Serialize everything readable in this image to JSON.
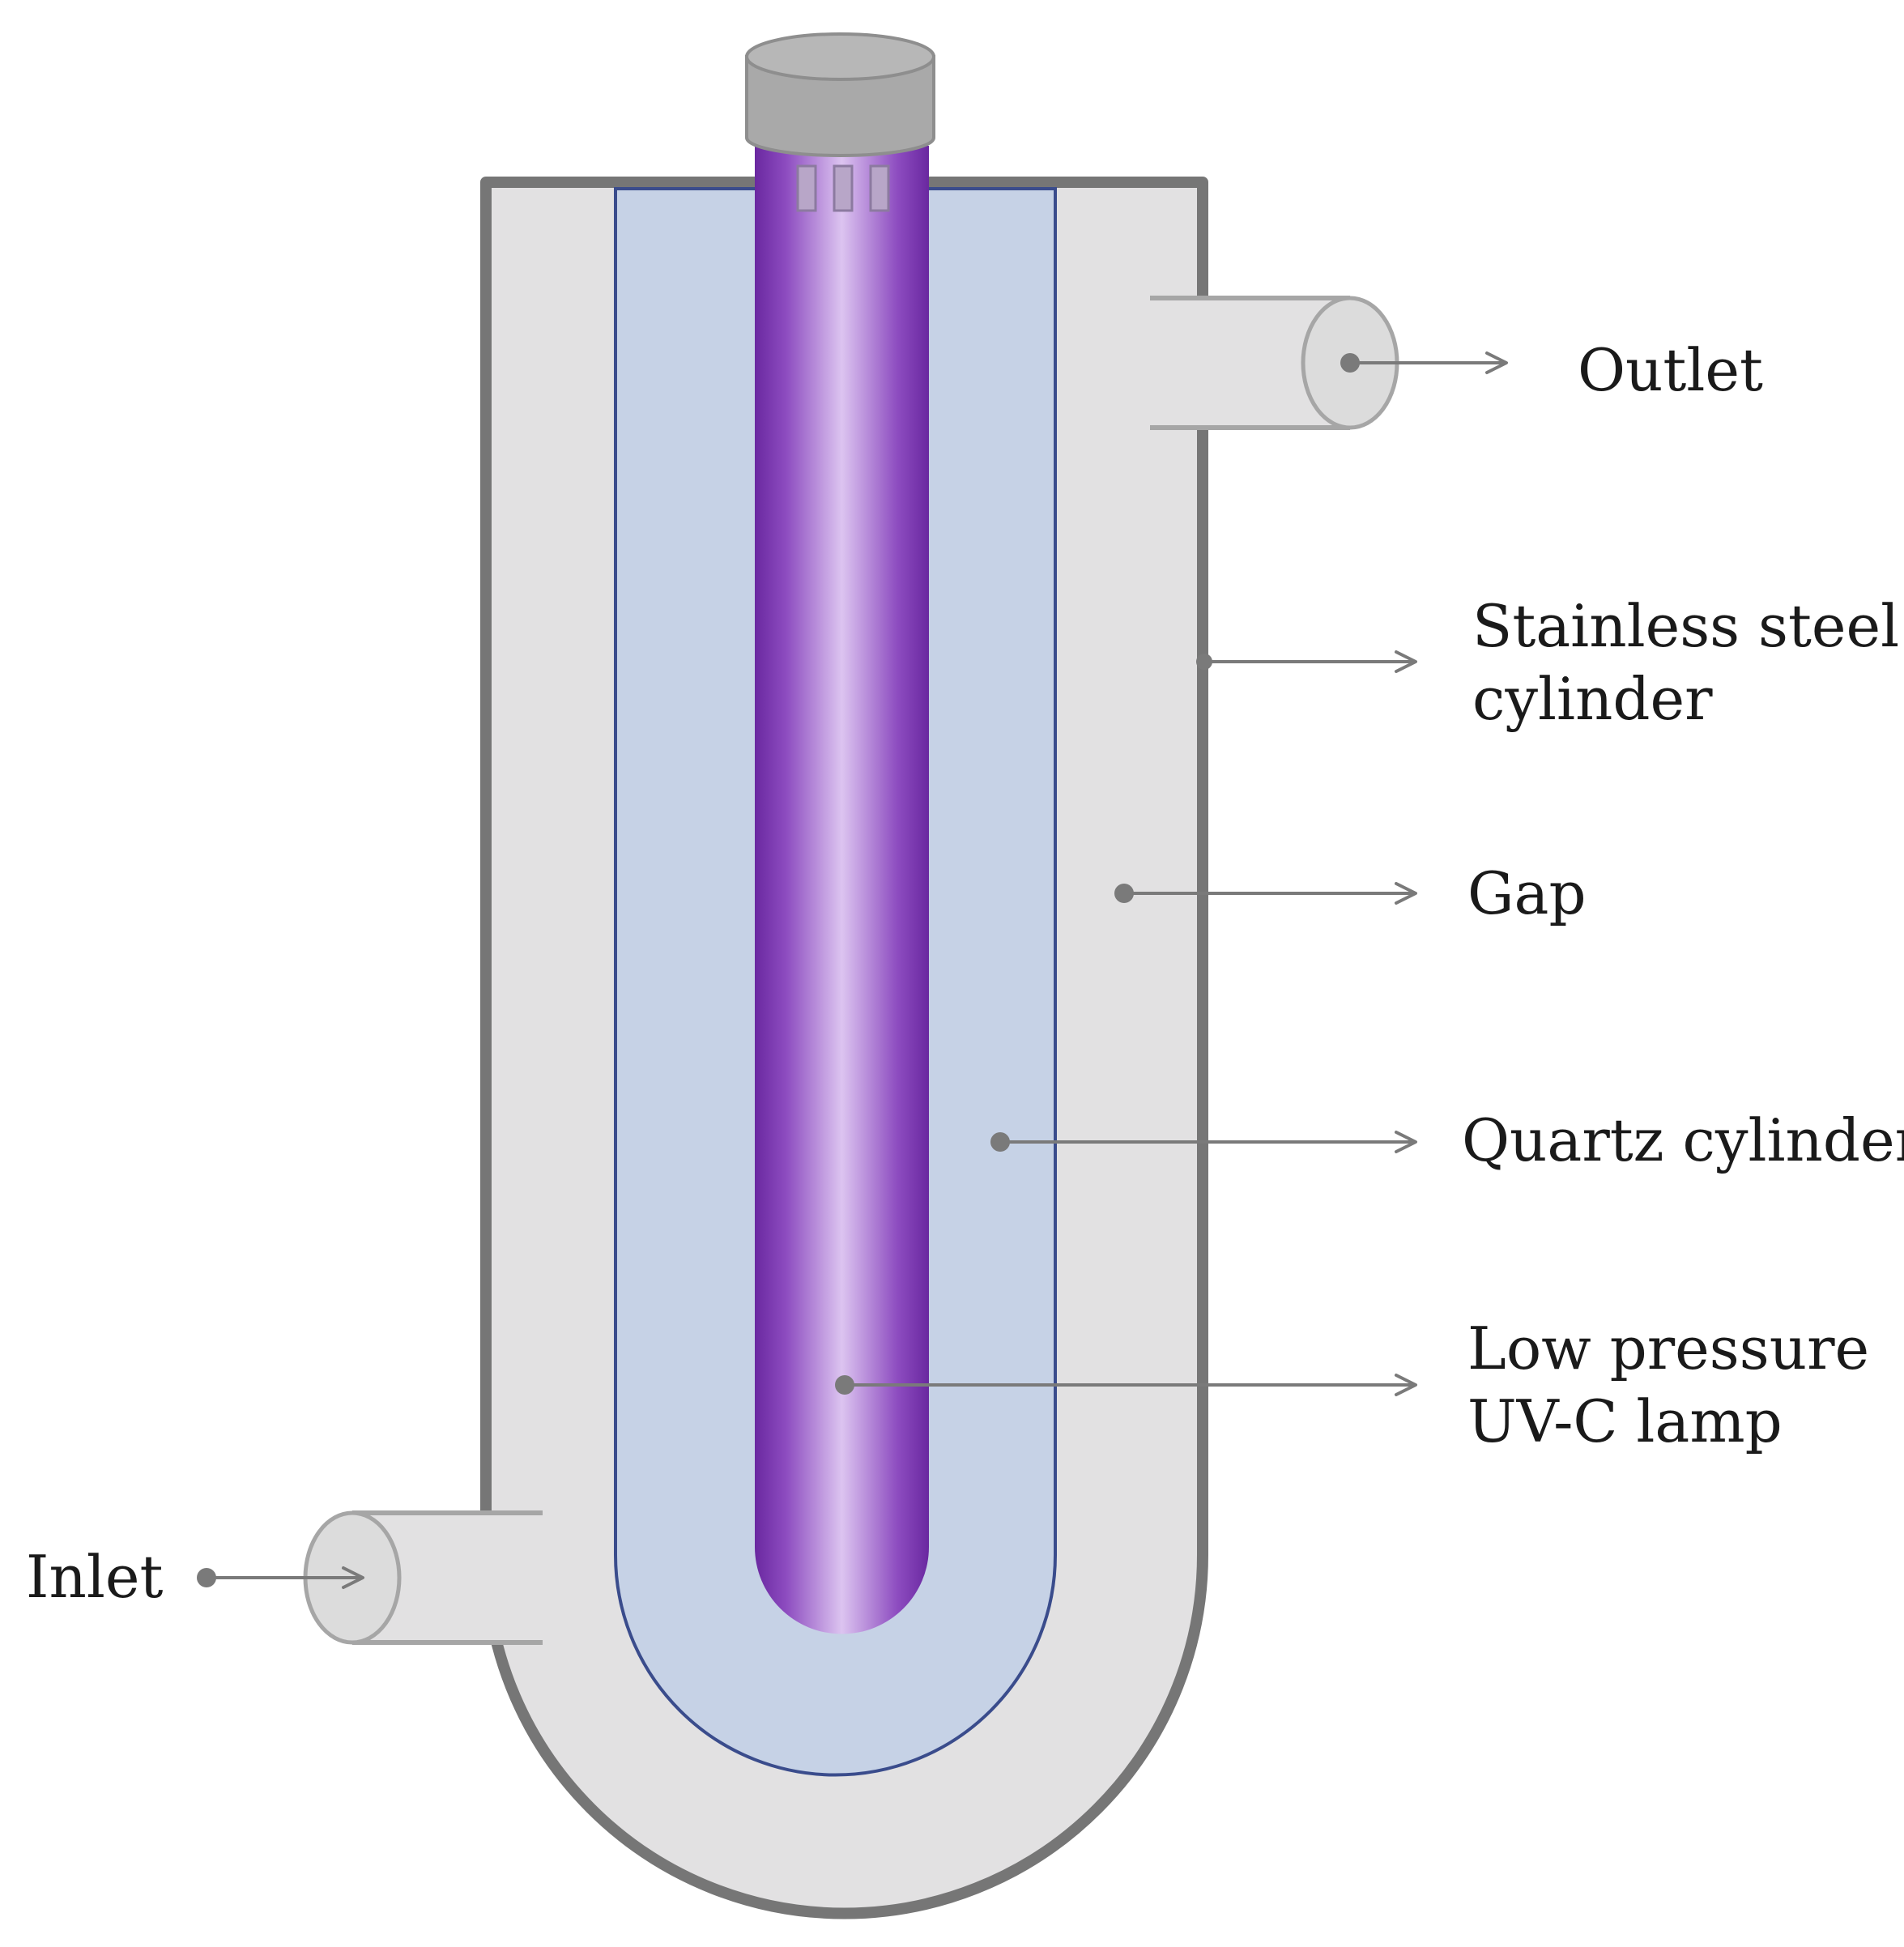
{
  "labels": {
    "outlet": "Outlet",
    "stainless_line1": "Stainless steel",
    "stainless_line2": "cylinder",
    "gap": "Gap",
    "quartz": "Quartz cylinder",
    "lamp_line1": "Low pressure",
    "lamp_line2": "UV-C lamp",
    "inlet": "Inlet"
  },
  "colors": {
    "steel_outline": "#767676",
    "gap_fill": "#e2e1e2",
    "quartz_fill": "#c6d2e6",
    "quartz_outline": "#3a4c8c",
    "lamp_dark": "#6a28a0",
    "lamp_light": "#dcc4f0",
    "cap_fill": "#a9a9a9",
    "leader": "#7a7a7a",
    "pipe_outline": "#a6a6a6"
  }
}
